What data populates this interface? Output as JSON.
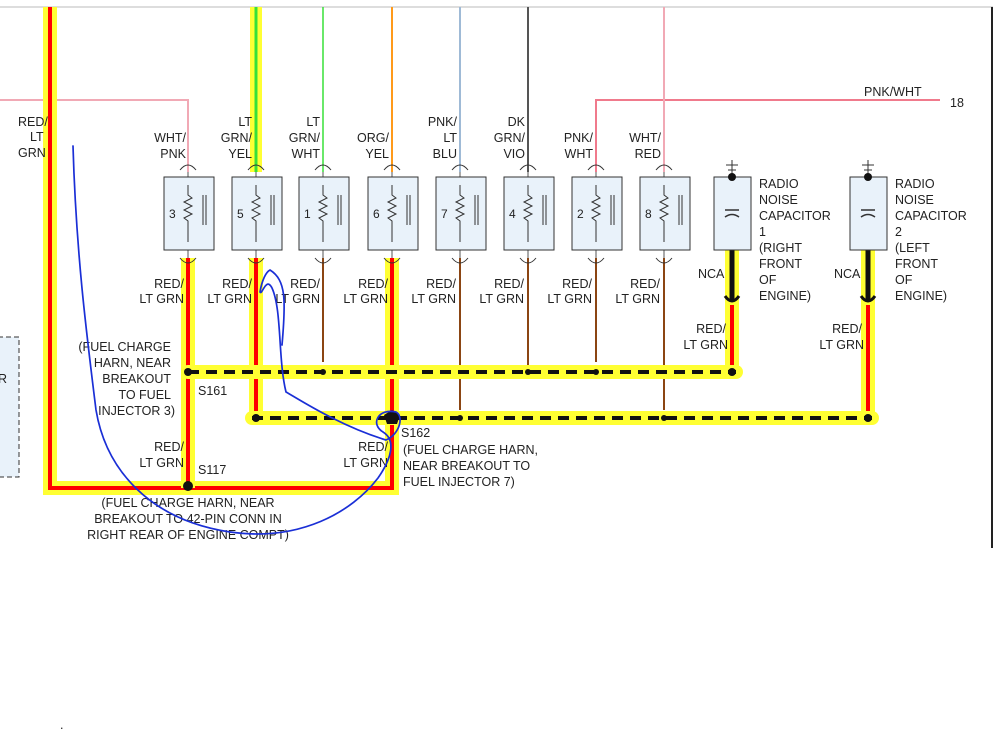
{
  "colors": {
    "highlight_yellow": "#ffff33",
    "power_red": "#ff0000",
    "ground_black": "#111111",
    "wire_brown": "#8b4513",
    "wire_pink": "#f1a9b5",
    "wire_pink_white": "#f07a8c",
    "wire_green": "#38e038",
    "wire_orange": "#ff9a1a",
    "wire_lt_blue": "#9fbad6",
    "wire_dk_grn_vio": "#555555",
    "annotation_blue": "#1a2fd6",
    "component_fill": "#e9f2fa"
  },
  "top_right_wire": {
    "label": "PNK/WHT",
    "pin": "18"
  },
  "left_main_wire": {
    "label_lines": [
      "RED/",
      "LT",
      "GRN"
    ]
  },
  "partial_left_box": {
    "letter": "R"
  },
  "injectors": [
    {
      "number": "3",
      "wire_top_lines": [
        "WHT/",
        "PNK"
      ],
      "wire_bottom_lines": [
        "RED/",
        "LT GRN"
      ]
    },
    {
      "number": "5",
      "wire_top_lines": [
        "LT",
        "GRN/",
        "YEL"
      ],
      "wire_bottom_lines": [
        "RED/",
        "LT GRN"
      ]
    },
    {
      "number": "1",
      "wire_top_lines": [
        "LT",
        "GRN/",
        "WHT"
      ],
      "wire_bottom_lines": [
        "RED/",
        "LT GRN"
      ]
    },
    {
      "number": "6",
      "wire_top_lines": [
        "ORG/",
        "YEL"
      ],
      "wire_bottom_lines": [
        "RED/",
        "LT GRN"
      ]
    },
    {
      "number": "7",
      "wire_top_lines": [
        "PNK/",
        "LT",
        "BLU"
      ],
      "wire_bottom_lines": [
        "RED/",
        "LT GRN"
      ]
    },
    {
      "number": "4",
      "wire_top_lines": [
        "DK",
        "GRN/",
        "VIO"
      ],
      "wire_bottom_lines": [
        "RED/",
        "LT GRN"
      ]
    },
    {
      "number": "2",
      "wire_top_lines": [
        "PNK/",
        "WHT"
      ],
      "wire_bottom_lines": [
        "RED/",
        "LT GRN"
      ]
    },
    {
      "number": "8",
      "wire_top_lines": [
        "WHT/",
        "RED"
      ],
      "wire_bottom_lines": [
        "RED/",
        "LT GRN"
      ]
    }
  ],
  "capacitors": [
    {
      "nca": "NCA",
      "lines": [
        "RADIO",
        "NOISE",
        "CAPACITOR",
        "1",
        "(RIGHT",
        "FRONT",
        "OF",
        "ENGINE)"
      ],
      "wire_lines": [
        "RED/",
        "LT GRN"
      ]
    },
    {
      "nca": "NCA",
      "lines": [
        "RADIO",
        "NOISE",
        "CAPACITOR",
        "2",
        "(LEFT",
        "FRONT",
        "OF",
        "ENGINE)"
      ],
      "wire_lines": [
        "RED/",
        "LT GRN"
      ]
    }
  ],
  "splices": {
    "s161": {
      "id": "S161",
      "desc_lines": [
        "(FUEL CHARGE",
        "HARN, NEAR",
        "BREAKOUT",
        "TO FUEL",
        "INJECTOR 3)"
      ]
    },
    "s162": {
      "id": "S162",
      "desc_lines": [
        "(FUEL CHARGE HARN,",
        "NEAR BREAKOUT TO",
        "FUEL INJECTOR 7)"
      ]
    },
    "s117": {
      "id": "S117",
      "desc_lines": [
        "(FUEL CHARGE HARN, NEAR",
        "BREAKOUT TO 42-PIN CONN IN",
        "RIGHT REAR OF ENGINE COMPT)"
      ]
    }
  },
  "mid_wire_labels": [
    {
      "lines": [
        "RED/",
        "LT GRN"
      ]
    },
    {
      "lines": [
        "RED/",
        "LT GRN"
      ]
    }
  ],
  "stray_mark": "."
}
